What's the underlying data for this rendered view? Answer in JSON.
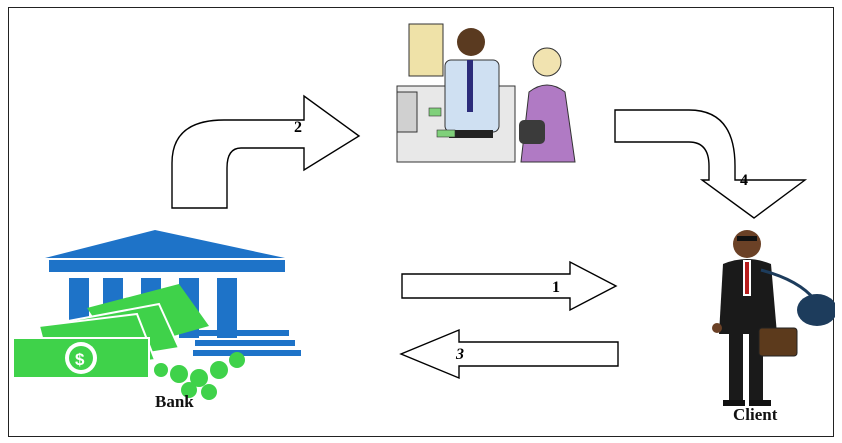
{
  "nodes": {
    "bank": {
      "label": "Bank",
      "icon": "bank-with-money-icon"
    },
    "teller": {
      "icon": "teller-and-customer-icon"
    },
    "client": {
      "label": "Client",
      "icon": "businessman-with-briefcase-icon"
    }
  },
  "flows": [
    {
      "number": "1",
      "from": "bank",
      "to": "client"
    },
    {
      "number": "2",
      "from": "bank",
      "to": "teller"
    },
    {
      "number": "3",
      "from": "client",
      "to": "bank"
    },
    {
      "number": "4",
      "from": "teller",
      "to": "client"
    }
  ],
  "colors": {
    "bank_blue": "#1e73c8",
    "money_green": "#3fd24a",
    "arrow_stroke": "#000000"
  }
}
